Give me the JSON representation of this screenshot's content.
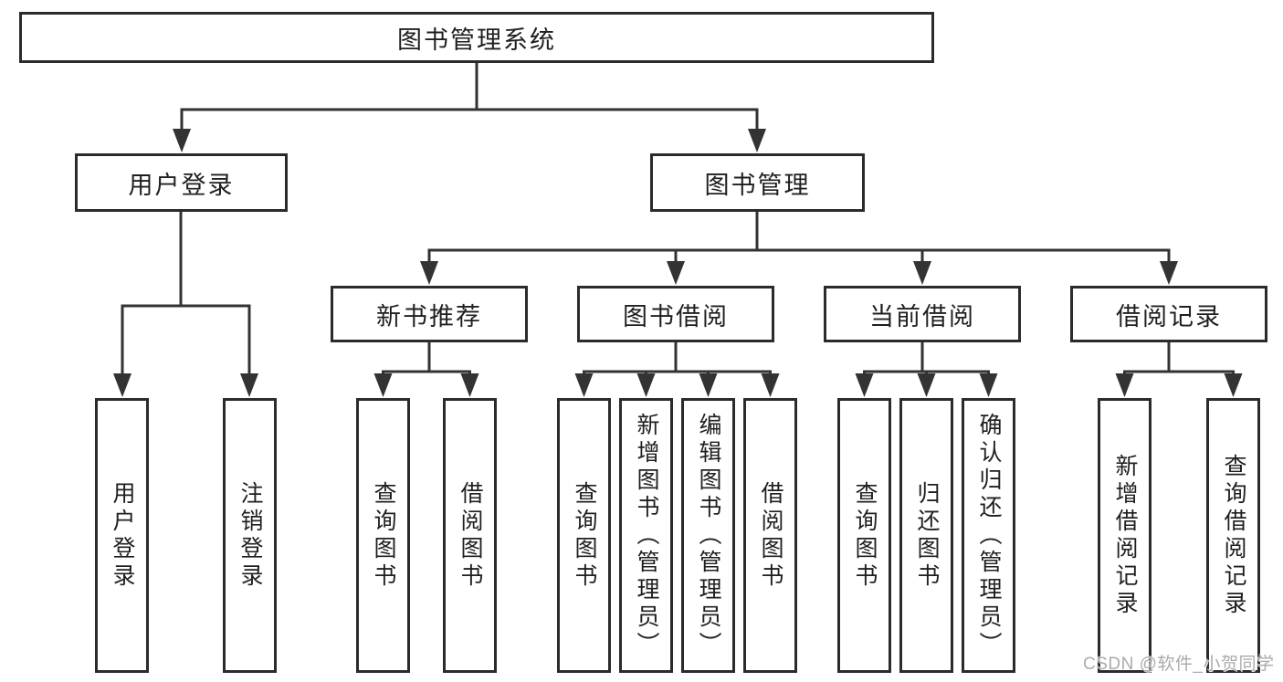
{
  "tree": {
    "root": {
      "label": "图书管理系统"
    },
    "branches": [
      {
        "label": "用户登录",
        "children": [
          {
            "label": "用户登录"
          },
          {
            "label": "注销登录"
          }
        ]
      },
      {
        "label": "图书管理",
        "children": [
          {
            "label": "新书推荐",
            "children": [
              {
                "label": "查询图书"
              },
              {
                "label": "借阅图书"
              }
            ]
          },
          {
            "label": "图书借阅",
            "children": [
              {
                "label": "查询图书"
              },
              {
                "label": "新增图书（管理员）"
              },
              {
                "label": "编辑图书（管理员）"
              },
              {
                "label": "借阅图书"
              }
            ]
          },
          {
            "label": "当前借阅",
            "children": [
              {
                "label": "查询图书"
              },
              {
                "label": "归还图书"
              },
              {
                "label": "确认归还（管理员）"
              }
            ]
          },
          {
            "label": "借阅记录",
            "children": [
              {
                "label": "新增借阅记录"
              },
              {
                "label": "查询借阅记录"
              }
            ]
          }
        ]
      }
    ]
  },
  "watermark": {
    "text": "CSDN @软件_小贺同学"
  },
  "colors": {
    "line": "#333333",
    "box_border": "#2b2b2b",
    "text": "#1f1f1f",
    "watermark": "#ababab",
    "background": "#ffffff"
  }
}
